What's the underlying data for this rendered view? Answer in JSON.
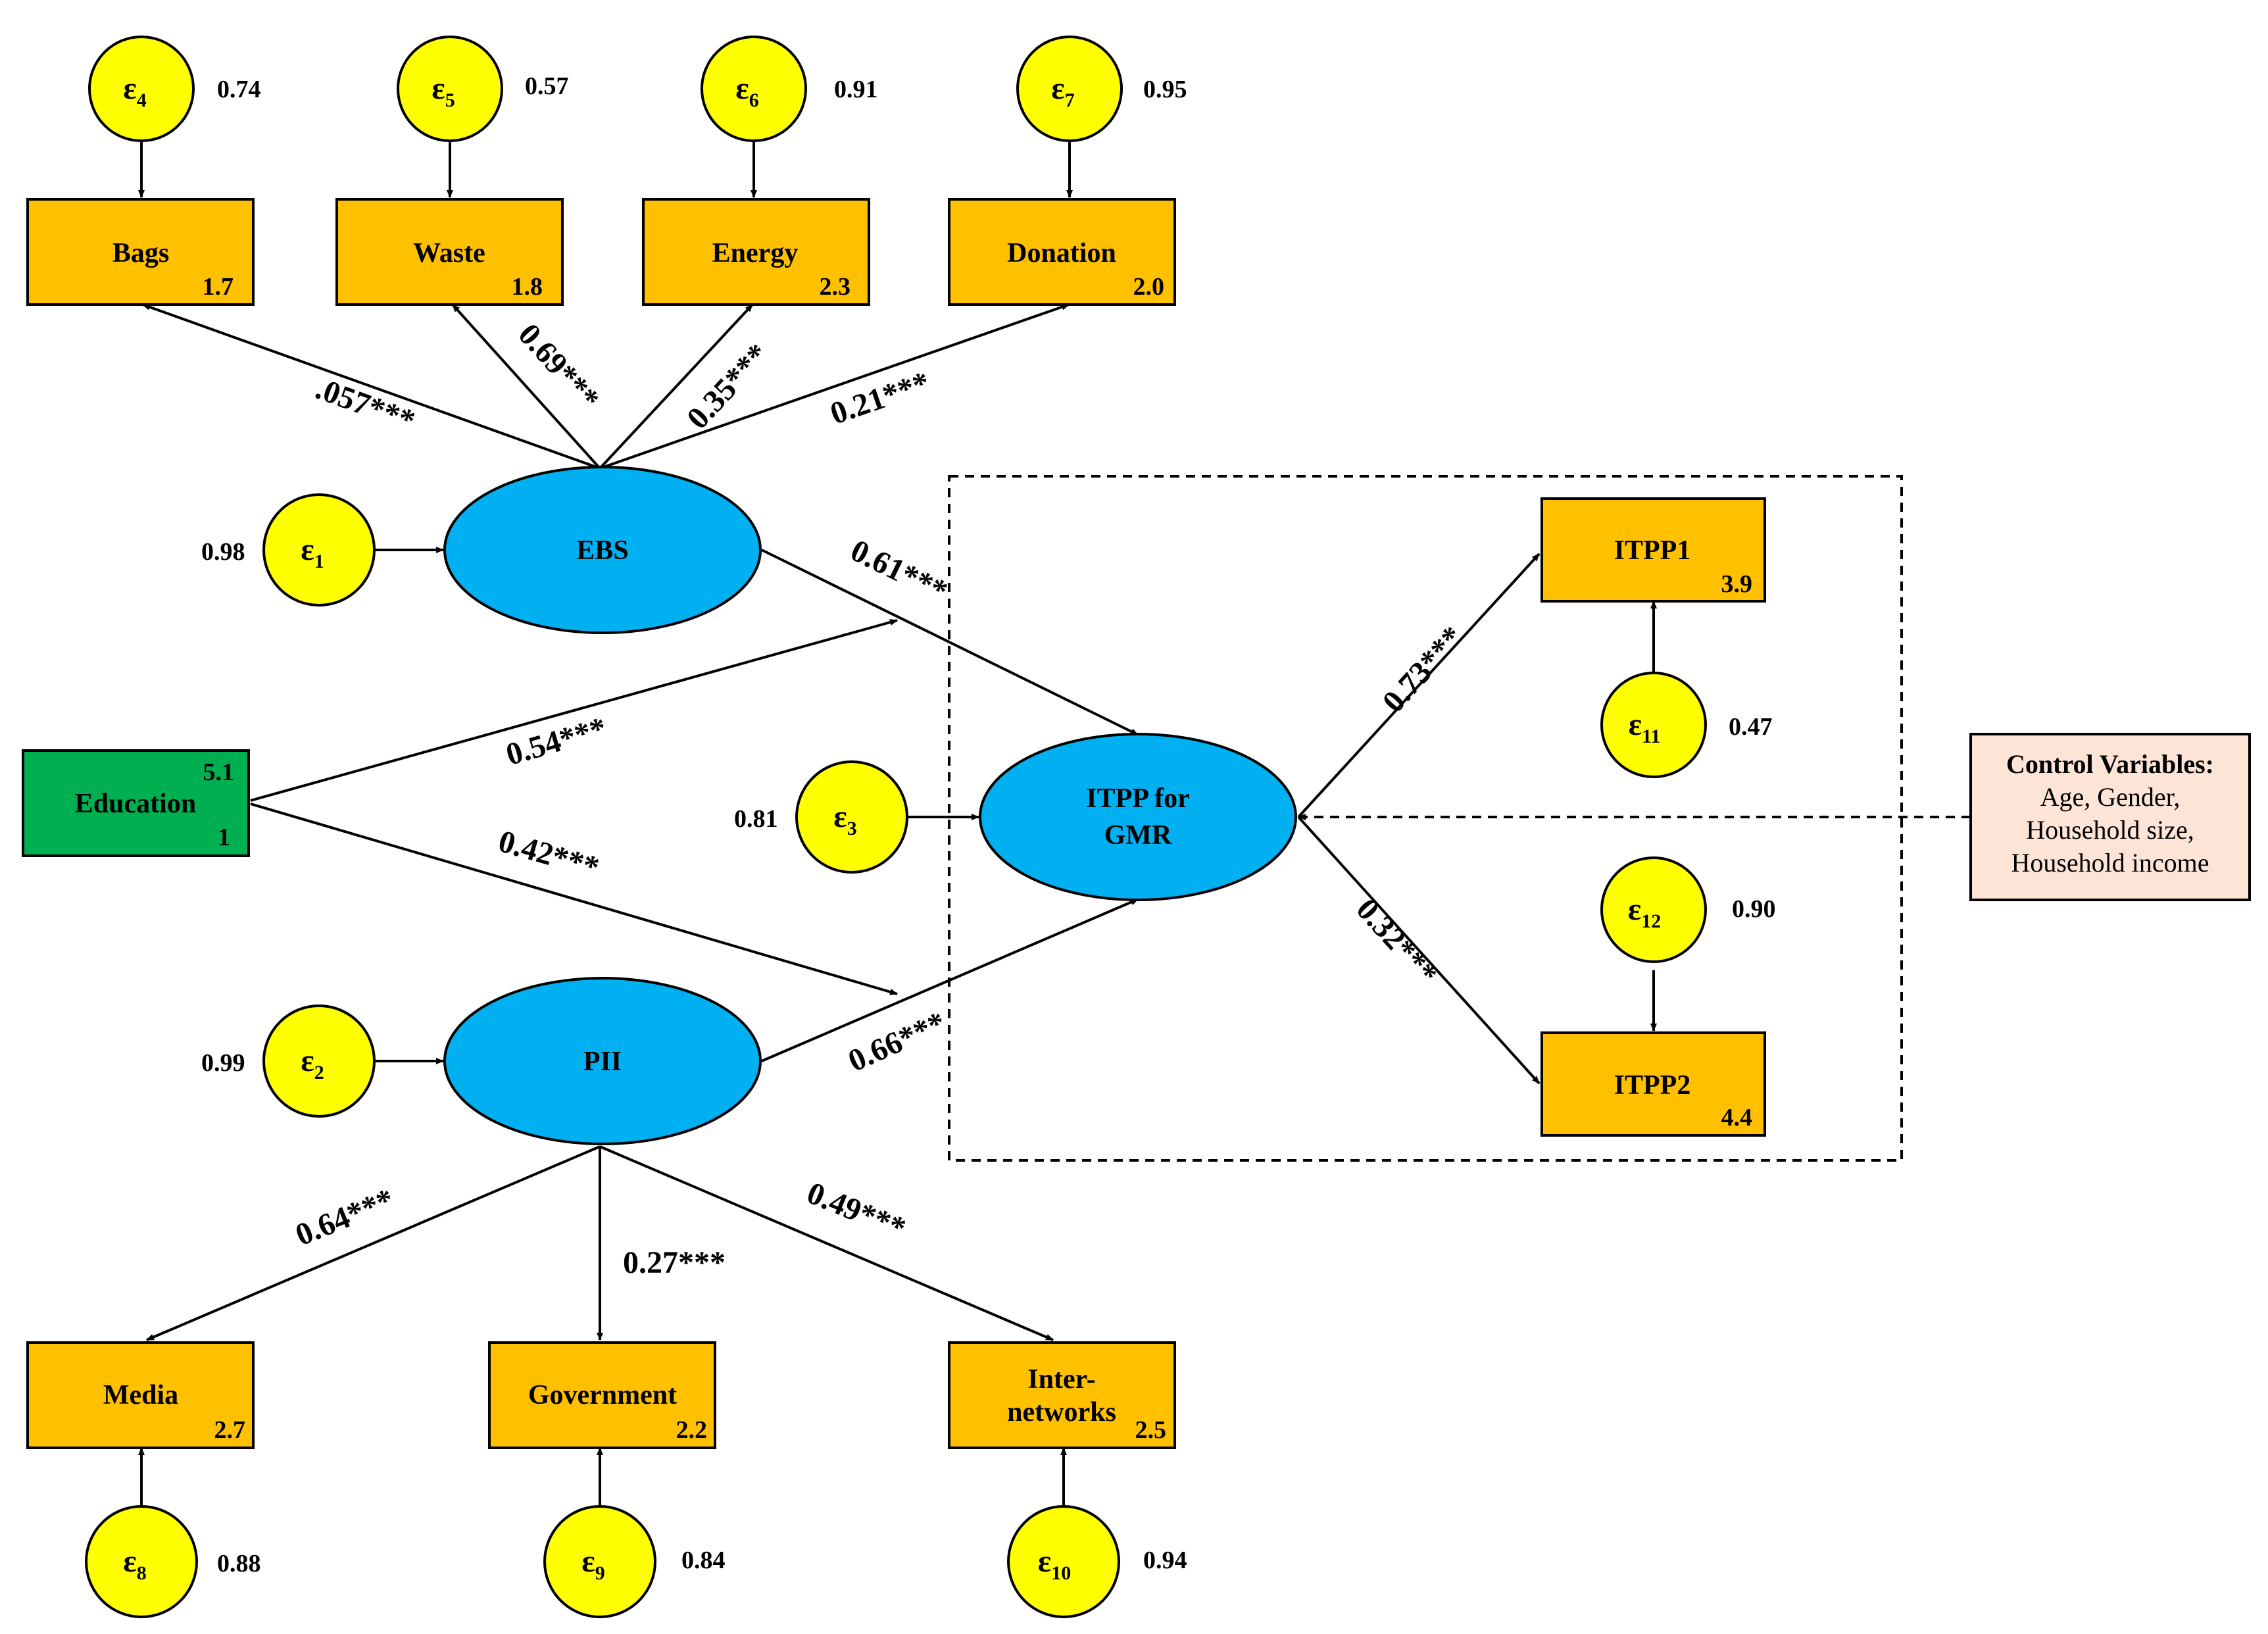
{
  "colors": {
    "indicator_fill": "#FFC000",
    "latent_fill": "#00B0F0",
    "error_fill": "#FFFF00",
    "education_fill": "#00B050",
    "control_fill": "#FCE4D6",
    "line": "#000000"
  },
  "indicators": {
    "bags": {
      "label": "Bags",
      "value": "1.7"
    },
    "waste": {
      "label": "Waste",
      "value": "1.8"
    },
    "energy": {
      "label": "Energy",
      "value": "2.3"
    },
    "donation": {
      "label": "Donation",
      "value": "2.0"
    },
    "itpp1": {
      "label": "ITPP1",
      "value": "3.9"
    },
    "itpp2": {
      "label": "ITPP2",
      "value": "4.4"
    },
    "media": {
      "label": "Media",
      "value": "2.7"
    },
    "government": {
      "label": "Government",
      "value": "2.2"
    },
    "internetworks": {
      "label_line1": "Inter-",
      "label_line2": "networks",
      "value": "2.5"
    }
  },
  "education": {
    "label": "Education",
    "top_value": "5.1",
    "bottom_value": "1"
  },
  "latents": {
    "ebs": {
      "label": "EBS"
    },
    "itpp": {
      "label_line1": "ITPP for",
      "label_line2": "GMR"
    },
    "pii": {
      "label": "PII"
    }
  },
  "errors": {
    "e1": {
      "symbol": "ε",
      "sub": "1",
      "value": "0.98"
    },
    "e2": {
      "symbol": "ε",
      "sub": "2",
      "value": "0.99"
    },
    "e3": {
      "symbol": "ε",
      "sub": "3",
      "value": "0.81"
    },
    "e4": {
      "symbol": "ε",
      "sub": "4",
      "value": "0.74"
    },
    "e5": {
      "symbol": "ε",
      "sub": "5",
      "value": "0.57"
    },
    "e6": {
      "symbol": "ε",
      "sub": "6",
      "value": "0.91"
    },
    "e7": {
      "symbol": "ε",
      "sub": "7",
      "value": "0.95"
    },
    "e8": {
      "symbol": "ε",
      "sub": "8",
      "value": "0.88"
    },
    "e9": {
      "symbol": "ε",
      "sub": "9",
      "value": "0.84"
    },
    "e10": {
      "symbol": "ε",
      "sub": "10",
      "value": "0.94"
    },
    "e11": {
      "symbol": "ε",
      "sub": "11",
      "value": "0.47"
    },
    "e12": {
      "symbol": "ε",
      "sub": "12",
      "value": "0.90"
    }
  },
  "paths": {
    "ebs_bags": ".057***",
    "ebs_waste": "0.69***",
    "ebs_energy": "0.35***",
    "ebs_donation": "0.21***",
    "ebs_itpp": "0.61***",
    "edu_ebs": "0.54***",
    "edu_pii": "0.42***",
    "pii_itpp": "0.66***",
    "itpp_itpp1": "0.73***",
    "itpp_itpp2": "0.32***",
    "pii_media": "0.64***",
    "pii_government": "0.27***",
    "pii_internetworks": "0.49***"
  },
  "control": {
    "title": "Control Variables:",
    "items": [
      "Age, Gender,",
      "Household size,",
      "Household income"
    ]
  }
}
